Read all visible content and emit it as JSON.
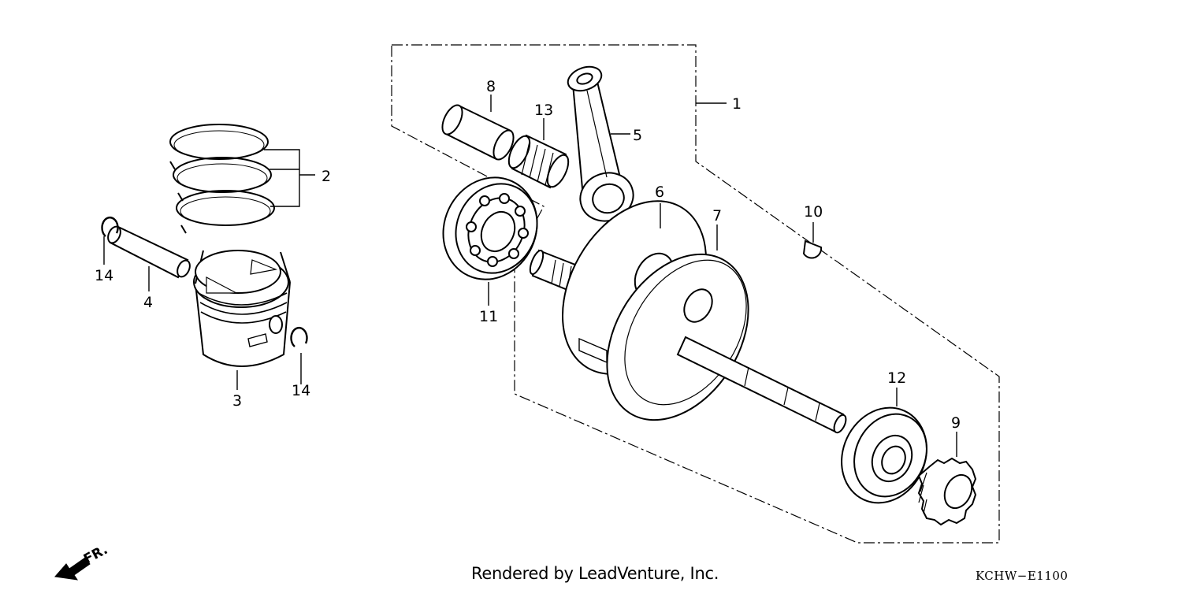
{
  "callouts": {
    "c1": "1",
    "c2": "2",
    "c3": "3",
    "c4": "4",
    "c5": "5",
    "c6": "6",
    "c7": "7",
    "c8": "8",
    "c9": "9",
    "c10": "10",
    "c11": "11",
    "c12": "12",
    "c13": "13",
    "c14a": "14",
    "c14b": "14"
  },
  "direction_label": "FR.",
  "footer": {
    "credit": "Rendered by LeadVenture, Inc.",
    "diagram_code": "KCHW−E1100"
  }
}
